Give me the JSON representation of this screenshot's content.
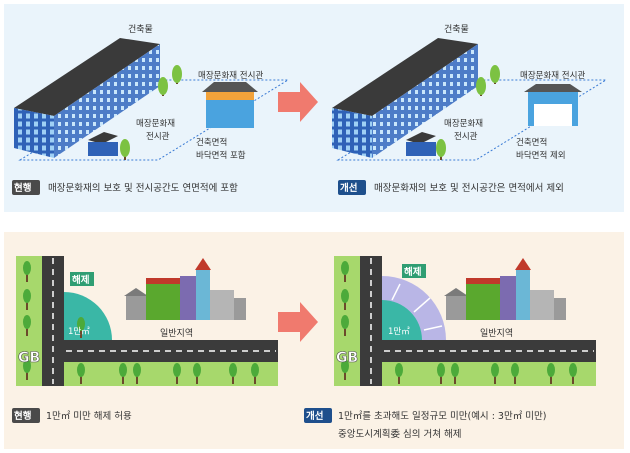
{
  "top": {
    "before": {
      "label_building": "건축물",
      "label_buried_museum": "매장문화재 전시관",
      "label_buried_museum_l1": "매장문화재",
      "label_buried_museum_l2": "전시관",
      "label_area_l1": "건축면적",
      "label_area_l2": "바닥면적 포함",
      "tag": "현행",
      "caption": "매장문화재의 보호 및 전시공간도 연면적에 포함"
    },
    "after": {
      "label_building": "건축물",
      "label_buried_museum": "매장문화재 전시관",
      "label_buried_museum_l1": "매장문화재",
      "label_buried_museum_l2": "전시관",
      "label_area_l1": "건축면적",
      "label_area_l2": "바닥면적 제외",
      "tag": "개선",
      "caption": "매장문화재의 보호 및 전시공간은 면적에서 제외"
    }
  },
  "bottom": {
    "before": {
      "release_tag": "해제",
      "area_label": "1만㎡",
      "zone_label": "일반지역",
      "gb_label": "GB",
      "tag": "현행",
      "caption": "1만㎡ 미만 해제 허용"
    },
    "after": {
      "release_tag": "해제",
      "area_label": "1만㎡",
      "zone_label": "일반지역",
      "gb_label": "GB",
      "tag": "개선",
      "caption_l1": "1만㎡를 초과해도 일정규모 미만(예시 : 3만㎡ 미만)",
      "caption_l2": "중앙도시계획委 심의 거쳐 해제"
    }
  },
  "colors": {
    "top_bg": "#eaf4fb",
    "bottom_bg": "#fbf2e6",
    "tag_before": "#4a4a4a",
    "tag_after": "#1e4f8c",
    "arrow": "#f07a6e",
    "building": "#2f62b7",
    "roof": "#3a3a3a",
    "lawn": "#a7d86c",
    "road": "#3b3b3b",
    "release_area": "#3ab7a6"
  }
}
